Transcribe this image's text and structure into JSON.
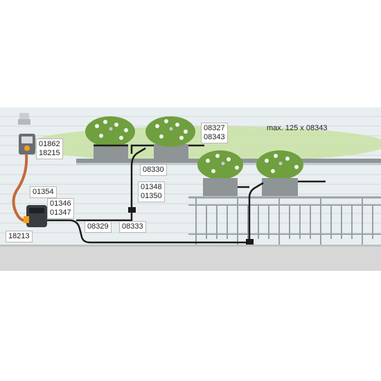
{
  "labels": {
    "timer": [
      "01862",
      "18215"
    ],
    "tap_connector": "18213",
    "pressure_reducer": [
      "01354",
      "01346",
      "01347"
    ],
    "pipe": "08329",
    "t_piece": "08333",
    "riser": [
      "01348",
      "01350"
    ],
    "top_tee": "08330",
    "drippers": [
      "08327",
      "08343"
    ],
    "max_note": "max. 125 x 08343"
  },
  "colors": {
    "wall": "#e7ecee",
    "wall_plank_line": "#d5dbde",
    "hedge": "#b9d98a",
    "floor": "#d7d8d7",
    "pipe": "#1b1b1b",
    "hose": "#c46a3a",
    "railing": "#9aa1a5"
  },
  "icons": [
    "tap-icon",
    "water-timer-icon",
    "pressure-reducer-icon",
    "planter-box-icon",
    "flowers-icon",
    "railing-icon"
  ]
}
